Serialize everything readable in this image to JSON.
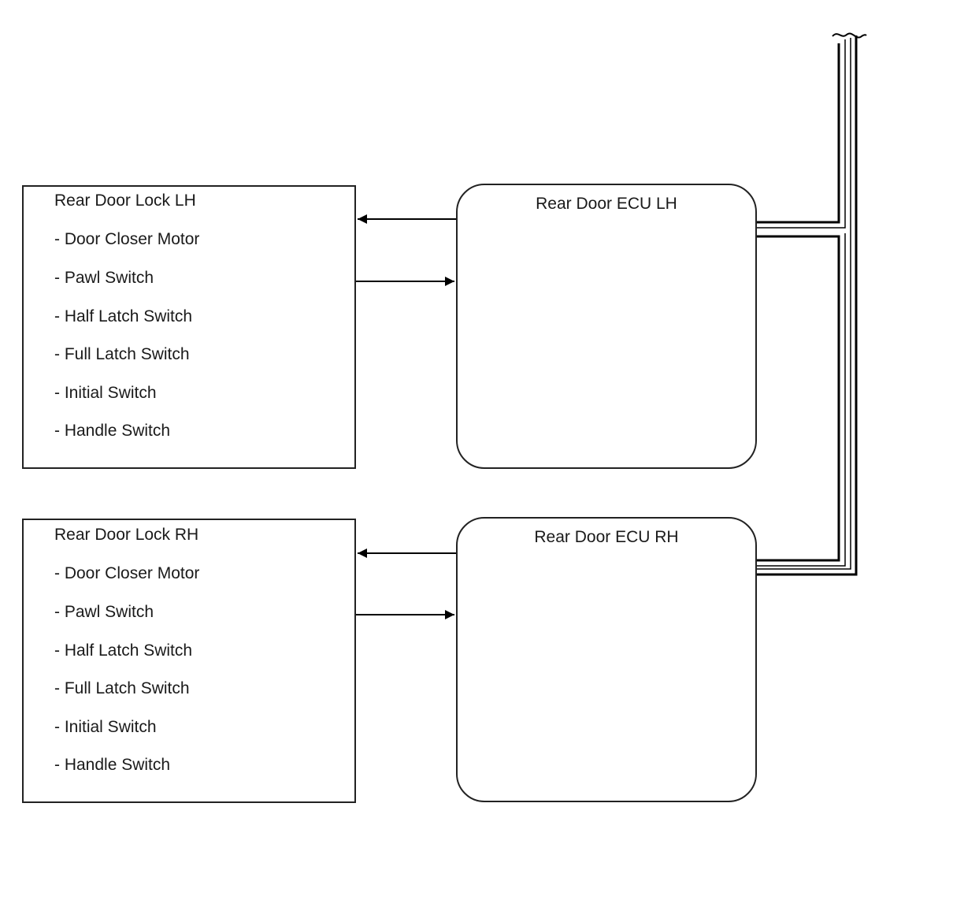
{
  "diagram": {
    "locks": [
      {
        "title": "Rear Door Lock LH",
        "items": [
          "- Door Closer Motor",
          "- Pawl Switch",
          "- Half Latch Switch",
          "- Full Latch Switch",
          "- Initial Switch",
          "- Handle Switch"
        ]
      },
      {
        "title": "Rear Door Lock RH",
        "items": [
          "- Door Closer Motor",
          "- Pawl Switch",
          "- Half Latch Switch",
          "- Full Latch Switch",
          "- Initial Switch",
          "- Handle Switch"
        ]
      }
    ],
    "ecus": [
      {
        "title": "Rear Door ECU LH"
      },
      {
        "title": "Rear Door ECU RH"
      }
    ],
    "colors": {
      "line": "#000000",
      "border": "#222222",
      "text": "#1a1a1a"
    }
  }
}
